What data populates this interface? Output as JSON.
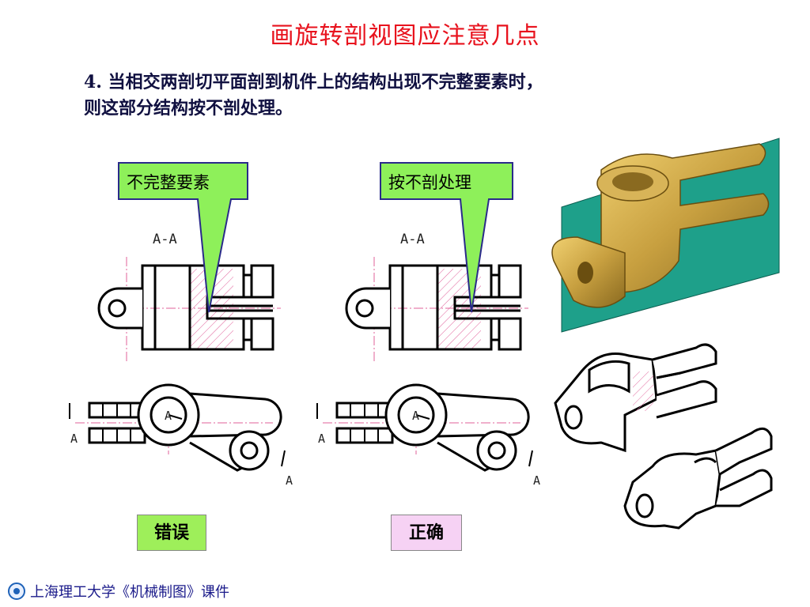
{
  "slide": {
    "title": "画旋转剖视图应注意几点",
    "item_number": "4.",
    "item_line1": "当相交两剖切平面剖到机件上的结构出现不完整要素时，",
    "item_line2": "则这部分结构按不剖处理。"
  },
  "left_view": {
    "callout": "不完整要素",
    "section_label": "A-A",
    "cut_label_left": "A",
    "cut_label_center": "A",
    "cut_label_bottom": "A",
    "verdict": "错误",
    "verdict_color": "#9eef5a"
  },
  "right_view": {
    "callout": "按不剖处理",
    "section_label": "A-A",
    "cut_label_left": "A",
    "cut_label_center": "A",
    "cut_label_bottom": "A",
    "verdict": "正确",
    "verdict_color": "#f6d2f4"
  },
  "colors": {
    "title": "#e8121d",
    "callout_fill": "#8ef05a",
    "callout_stroke": "#2a2a8a",
    "hatch": "#e0609a",
    "model_gold": "#c8a040",
    "model_plane": "#1ea08a"
  },
  "footer": {
    "icon": "university-seal-icon",
    "text": "上海理工大学《机械制图》课件"
  }
}
